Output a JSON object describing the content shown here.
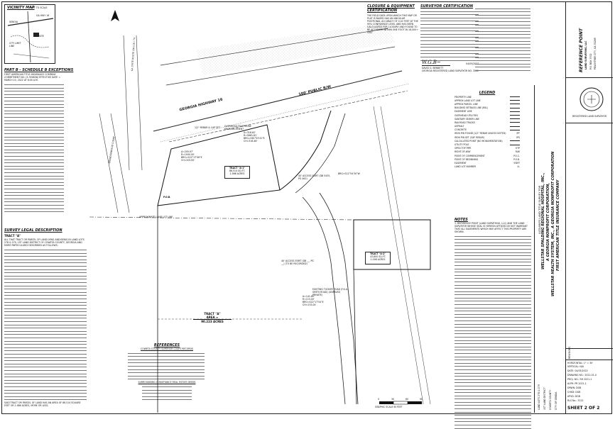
{
  "vicinity_map": {
    "title": "VICINITY MAP",
    "scale": "NOT TO SCALE",
    "labels": [
      "GA HWY 16",
      "SENOIA",
      "CITY LIMIT LINE",
      "SITE"
    ]
  },
  "schedule_b": {
    "title": "PART B - SCHEDULE B EXCEPTIONS",
    "intro": "FIRST AMERICAN TITLE INSURANCE COMPANY COMMITMENT NO: (3-359858) EFFECTIVE DATE = MARCH 10, 2022 AT 8:00 A.M."
  },
  "legal_description": {
    "title": "SURVEY LEGAL DESCRIPTION",
    "tract": "TRACT \"A\"",
    "opening": "ALL THAT TRACT OR PARCEL OF LAND LYING AND BEING IN LAND LOTS 278 & 279, 1ST LAND DISTRICT OF COWETA COUNTY, GEORGIA AND MORE PARTICULARLY DESCRIBED AS FOLLOWS:",
    "closing": "SAID TRACT OR PARCEL OF LAND HAS AN AREA OF 86,514 SQUARE FEET OR 1.986 ACRES, MORE OR LESS."
  },
  "references": {
    "title": "REFERENCES",
    "subtitle": "COWETA COUNTY SUPERIOR COURT RECORDS",
    "subtitle2": "SURROUNDING CONVEYANCE REAL ESTATE DEEDS"
  },
  "closure": {
    "title": "CLOSURE & EQUIPMENT CERTIFICATION",
    "text": "THE FIELD DATA UPON WHICH THIS MAP OR PLAT IS BASED HAS AN ANGULAR POSITIONAL ACCURACY OF 0.02 FEET AT THE 95% CONFIDENCE LEVEL AND HAS BEEN CALCULATED FOR CLOSURE AND FOUND TO BE ACCURATE WITHIN ONE FOOT IN 18,000+ FEET."
  },
  "surveyor_cert": {
    "title": "SURVEYOR CERTIFICATION",
    "signer": "DAVID G. BENNETT",
    "license": "GEORGIA REGISTERED LAND SURVEYOR NO. 3122",
    "date": "04/05/2022"
  },
  "legend": {
    "title": "LEGEND",
    "items": [
      "PROPERTY LINE",
      "APPROX LAND LOT LINE",
      "APPROX PARCEL LINE",
      "BUILDING SETBACK LINE (BSL)",
      "EASEMENT LINE",
      "OVERHEAD UTILITIES",
      "SANITARY SEWER LINE",
      "RAILROAD TRACKS",
      "ASPHALT",
      "CONCRETE",
      "IRON PIN FOUND (1/2\" REBAR UNLESS NOTED)",
      "IRON PIN SET (5/8\" REBAR)",
      "CALCULATED POINT (NO MONUMENTATION)",
      "UTILITY POLE",
      "OPEN TOP PIPE",
      "RIGHT-OF-WAY",
      "POINT OF COMMENCEMENT",
      "POINT OF BEGINNING",
      "EASEMENT",
      "LAND LOT NUMBER"
    ],
    "codes": [
      "",
      "",
      "",
      "",
      "",
      "",
      "",
      "",
      "",
      "",
      "IPF",
      "IPS",
      "",
      "",
      "OTP",
      "R/W",
      "P.O.C.",
      "P.O.B.",
      "ESMT",
      "LL"
    ]
  },
  "notes": {
    "title": "NOTES",
    "first": "1. REFERENCE POINT (LAND SURVEYING, LLC) AND THE LAND SURVEYOR WHOSE SEAL IS HEREON AFFIXED DO NOT WARRANT THAT ALL EASEMENTS WHICH MAY AFFECT THIS PROPERTY ARE SHOWN."
  },
  "plan": {
    "highway_name": "GEORGIA HIGHWAY 16",
    "highway_row": "100' PUBLIC R/W",
    "state_route": "GA STATE ROUTE (SR) 16 / 74",
    "county_road": "BRANDONWOOD COURT",
    "tract_a1": "TRACT \"A-1\"",
    "tract_a1_area": "86,514 SQ.FT.",
    "tract_a1_acres": "1.986 ACRES",
    "tract_a2": "TRACT \"A-2\"",
    "tract_a2_area": "43,800 SQ.FT.",
    "tract_a2_acres": "1.006 ACRES",
    "tract_a": "TRACT \"A\"",
    "tract_a_area": "AREA = ",
    "tract_a_acres": "90.223 ACRES",
    "access_esmt": "40' ACCESS ESMT (DB 5435, PG 462)",
    "access_esmt_2": "40' ACCESS ESMT (DB __, PG __) (TO BE RECORDED)",
    "existing_road": "EXISTING TUCKER ROAD (F.K.A. SMITH ROAD) (UNPAVED PRIVATE)",
    "overhead": "OVERHEAD TELEPHONE ENCROACHMENT",
    "pob": "P.O.B.",
    "curve1": "A=316.62' R=5681.81' BRG=S61°53'41\"E CH=316.46'",
    "curve2": "A=205.97' R=1000.00' BRG=S22°17'56\"E CH=205.62'",
    "curve3": "A=141.80' R=115.00' BRG=S22°17'54\"E CH=133.04'",
    "line1": "BRG=S11°54'30\"W",
    "land_lot_line": "APPROXIMATE LAND LOT LINE",
    "rebar_note": "1/2\" REBAR & CAP SET",
    "scale_label": "GRAPHIC SCALE IN FEET",
    "scale_ticks": [
      "0",
      "30",
      "60",
      "90"
    ]
  },
  "client": {
    "header": "ALTA/NSPS LAND TITLE SURVEY FOR",
    "name1": "WELLSTAR SPALDING REGIONAL HOSPITAL, INC.,",
    "name2": "A GEORGIA NONPROFIT CORPORATION,",
    "name3": "WELLSTAR HEALTH SYSTEM, INC., A GEORGIA NONPROFIT CORPORATION",
    "name4": "FIRST AMERICAN TITLE INSURANCE COMPANY",
    "location1": "LAND LOTS 278 & 279",
    "location2": "1ST LAND DISTRICT",
    "location3": "COWETA COUNTY",
    "location4": "CITY OF SENOIA"
  },
  "firm": {
    "name": "REFERENCE POINT",
    "sub": "LAND SURVEYING, LLC",
    "addr1": "P.O. BOX 3702",
    "addr2": "PEACHTREE CITY, GA 30269",
    "seal_text": "REGISTERED LAND SURVEYOR"
  },
  "titleblock": {
    "revisions": "REVISIONS",
    "scale_h": "HORIZONTAL: 1\" = 30'",
    "scale_v": "VERTICAL: N/A",
    "date": "DATE: 04/05/2022",
    "drawing_no": "DRAWING NO.: 2022-01-0",
    "proj_no": "PROJ. NO.: RH 2021-1",
    "alph": "ALPH: PR 2021-1",
    "drwn": "DRWN: DGB",
    "chkd": "CHKD: DGB",
    "apvd": "APVD: DGB",
    "rls": "RLS No.: 3122",
    "sheet": "SHEET 2 OF 2"
  },
  "colors": {
    "ink": "#111111",
    "line": "#333333",
    "hatch": "#9a9a9a"
  }
}
